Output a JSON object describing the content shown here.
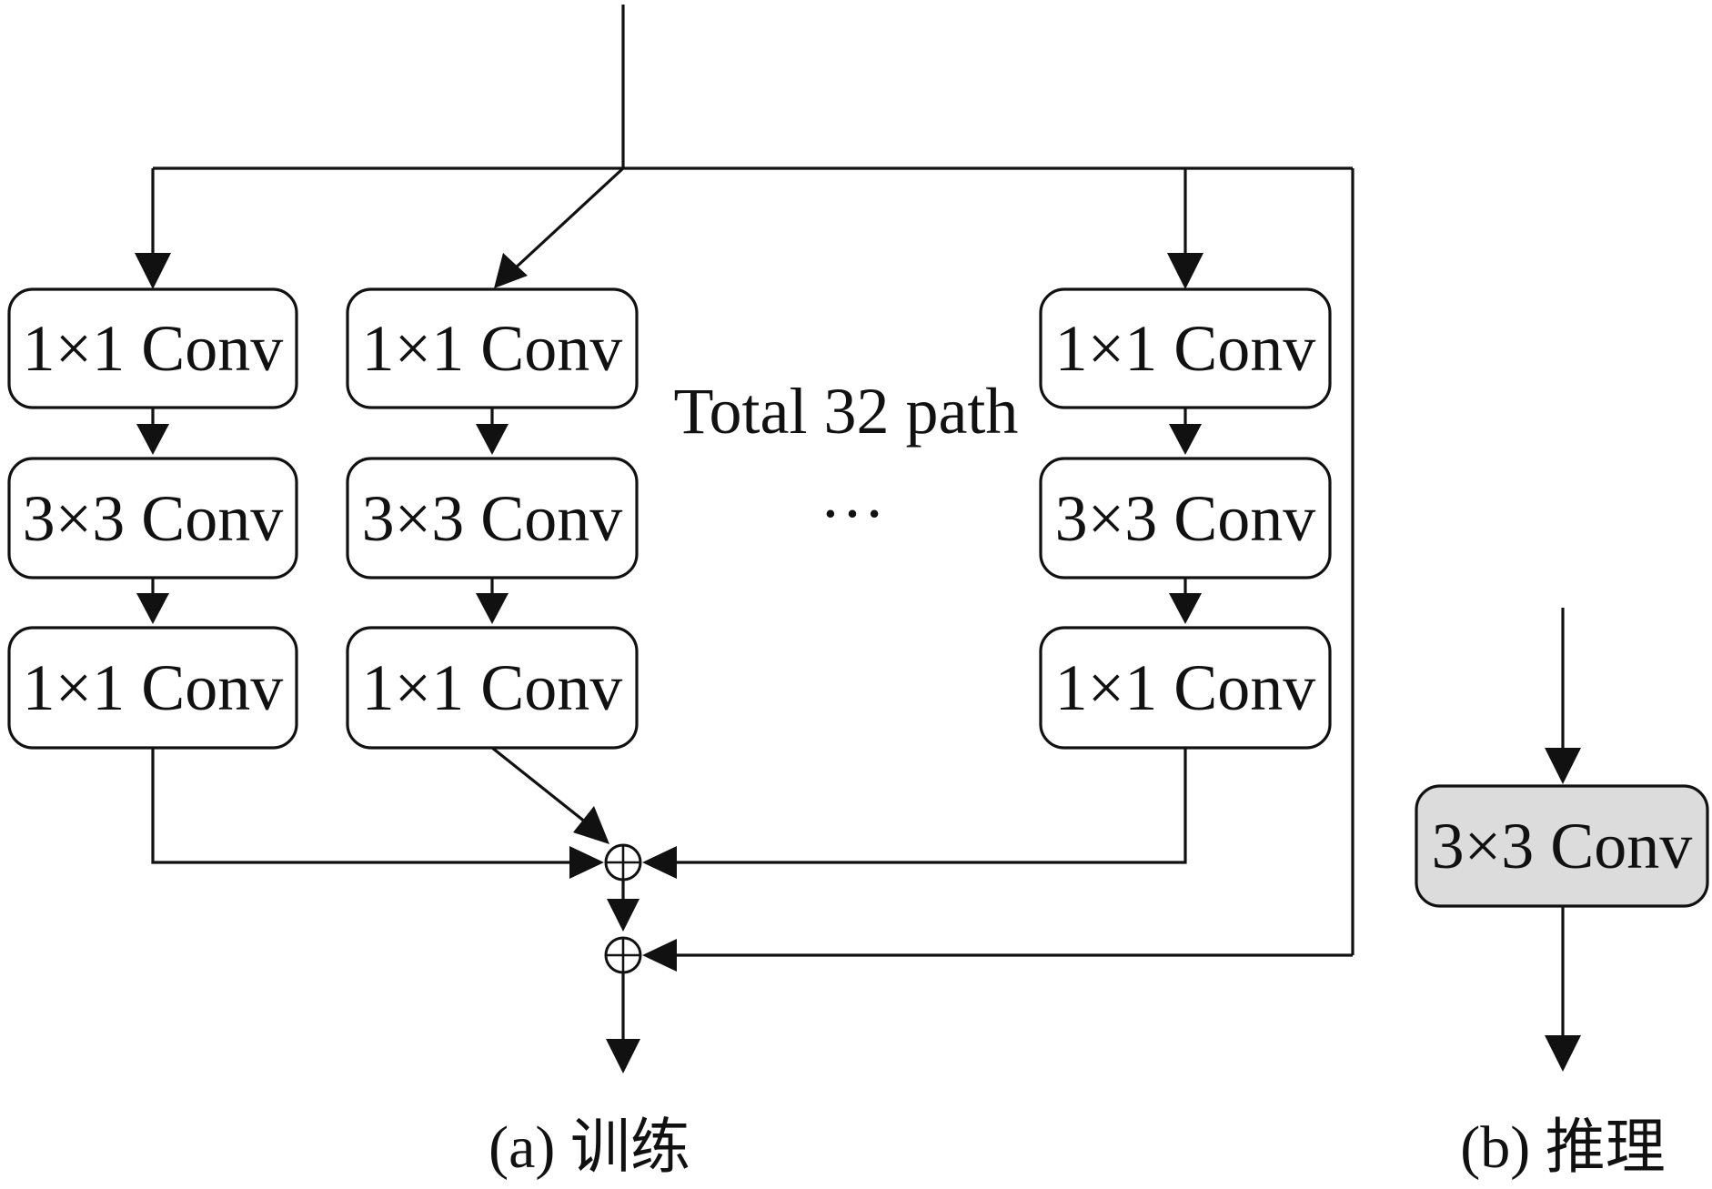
{
  "training": {
    "columns": [
      {
        "blocks": [
          "1×1 Conv",
          "3×3 Conv",
          "1×1 Conv"
        ]
      },
      {
        "blocks": [
          "1×1 Conv",
          "3×3 Conv",
          "1×1 Conv"
        ]
      },
      {
        "blocks": [
          "1×1 Conv",
          "3×3 Conv",
          "1×1 Conv"
        ]
      }
    ],
    "paths_note": "Total 32 path",
    "ellipsis": "…",
    "caption": "(a) 训练"
  },
  "inference": {
    "block": "3×3 Conv",
    "caption": "(b) 推理"
  },
  "colors": {
    "line": "#111111",
    "box_fill": "#ffffff",
    "inference_box_fill": "#dcdcdc"
  }
}
